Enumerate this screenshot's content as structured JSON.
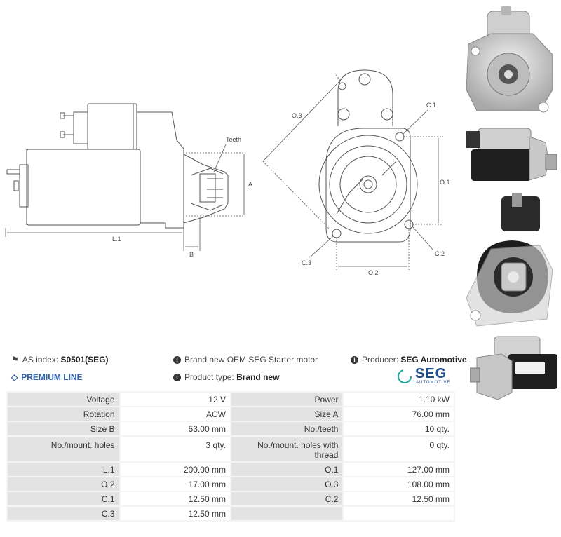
{
  "diagram": {
    "labels": {
      "teeth": "Teeth",
      "a": "A",
      "b": "B",
      "l1": "L.1",
      "o3": "O.3",
      "c1": "C.1",
      "o1": "O.1",
      "c2": "C.2",
      "c3": "C.3",
      "o2": "O.2"
    }
  },
  "info": {
    "as_index_label": "AS index:",
    "as_index_value": "S0501(SEG)",
    "premium_line": "PREMIUM LINE",
    "description": "Brand new OEM SEG Starter motor",
    "product_type_label": "Product type:",
    "product_type_value": "Brand new",
    "producer_label": "Producer:",
    "producer_value": "SEG Automotive",
    "logo_text": "SEG",
    "logo_subtext": "AUTOMOTIVE"
  },
  "specs": [
    {
      "l1": "Voltage",
      "v1": "12 V",
      "l2": "Power",
      "v2": "1.10 kW"
    },
    {
      "l1": "Rotation",
      "v1": "ACW",
      "l2": "Size A",
      "v2": "76.00 mm"
    },
    {
      "l1": "Size B",
      "v1": "53.00 mm",
      "l2": "No./teeth",
      "v2": "10 qty."
    },
    {
      "l1": "No./mount. holes",
      "v1": "3 qty.",
      "l2": "No./mount. holes with thread",
      "v2": "0 qty."
    },
    {
      "l1": "L.1",
      "v1": "200.00 mm",
      "l2": "O.1",
      "v2": "127.00 mm"
    },
    {
      "l1": "O.2",
      "v1": "17.00 mm",
      "l2": "O.3",
      "v2": "108.00 mm"
    },
    {
      "l1": "C.1",
      "v1": "12.50 mm",
      "l2": "C.2",
      "v2": "12.50 mm"
    },
    {
      "l1": "C.3",
      "v1": "12.50 mm",
      "l2": "",
      "v2": ""
    }
  ]
}
